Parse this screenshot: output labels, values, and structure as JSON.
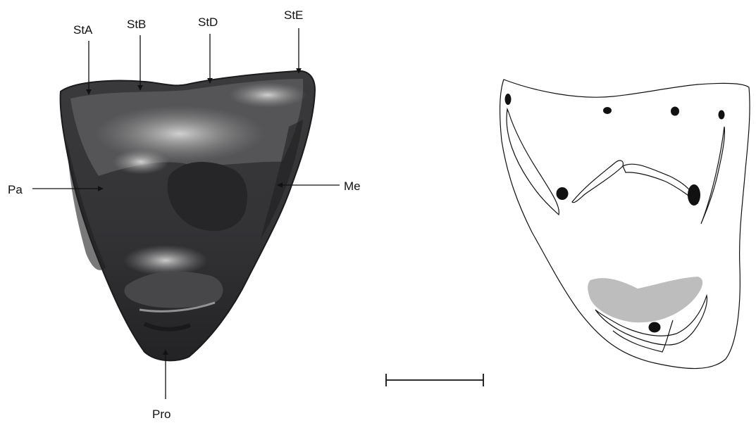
{
  "labels": {
    "sta": "StA",
    "stb": "StB",
    "std": "StD",
    "ste": "StE",
    "pa": "Pa",
    "me": "Me",
    "pro": "Pro"
  },
  "colors": {
    "tooth_dark": "#2f2f31",
    "tooth_mid": "#4b4b4e",
    "tooth_light": "#d8d8d8",
    "diagram_fill": "#bdbdbd",
    "ink": "#111111"
  },
  "icons": {
    "arrow": "arrowhead-icon",
    "scale_bar": "scale-bar-icon"
  }
}
